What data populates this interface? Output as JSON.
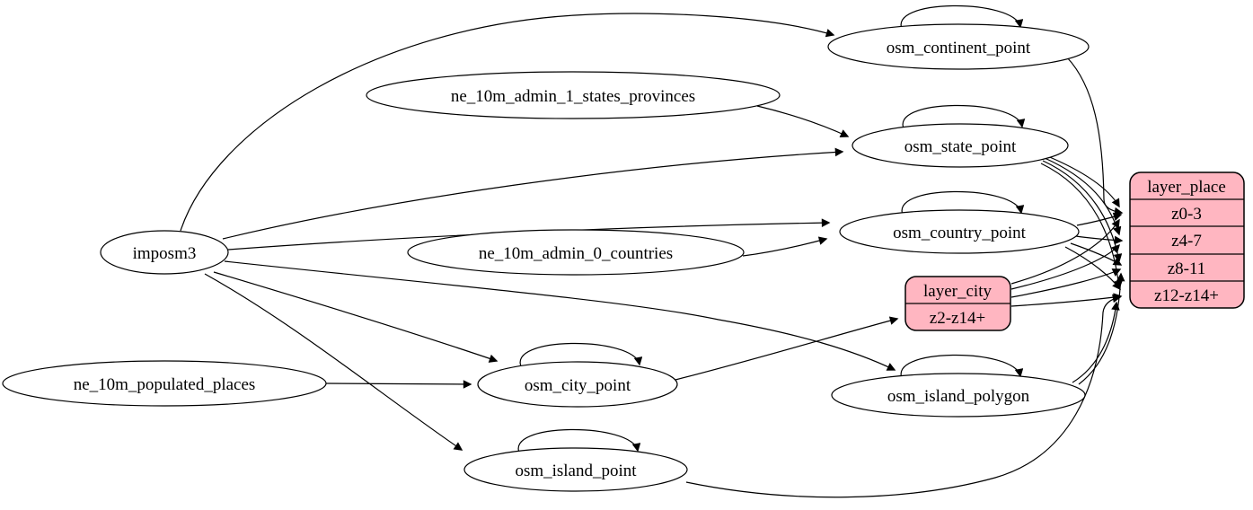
{
  "graph": {
    "background": "#ffffff",
    "colors": {
      "node_fill": "#ffffff",
      "node_stroke": "#000000",
      "edge": "#000000",
      "record_fill": "#ffb6c1",
      "text": "#000000"
    },
    "nodes": {
      "imposm3": {
        "label": "imposm3",
        "shape": "ellipse"
      },
      "ne_10m_admin_1_states_provinces": {
        "label": "ne_10m_admin_1_states_provinces",
        "shape": "ellipse"
      },
      "ne_10m_admin_0_countries": {
        "label": "ne_10m_admin_0_countries",
        "shape": "ellipse"
      },
      "ne_10m_populated_places": {
        "label": "ne_10m_populated_places",
        "shape": "ellipse"
      },
      "osm_continent_point": {
        "label": "osm_continent_point",
        "shape": "ellipse"
      },
      "osm_state_point": {
        "label": "osm_state_point",
        "shape": "ellipse"
      },
      "osm_country_point": {
        "label": "osm_country_point",
        "shape": "ellipse"
      },
      "osm_city_point": {
        "label": "osm_city_point",
        "shape": "ellipse"
      },
      "osm_island_polygon": {
        "label": "osm_island_polygon",
        "shape": "ellipse"
      },
      "osm_island_point": {
        "label": "osm_island_point",
        "shape": "ellipse"
      }
    },
    "records": {
      "layer_city": {
        "title": "layer_city",
        "rows": [
          "z2-z14+"
        ]
      },
      "layer_place": {
        "title": "layer_place",
        "rows": [
          "z0-3",
          "z4-7",
          "z8-11",
          "z12-z14+"
        ]
      }
    },
    "edges": [
      {
        "from": "imposm3",
        "to": "osm_continent_point"
      },
      {
        "from": "imposm3",
        "to": "osm_state_point"
      },
      {
        "from": "imposm3",
        "to": "osm_country_point"
      },
      {
        "from": "imposm3",
        "to": "osm_city_point"
      },
      {
        "from": "imposm3",
        "to": "osm_island_polygon"
      },
      {
        "from": "imposm3",
        "to": "osm_island_point"
      },
      {
        "from": "ne_10m_admin_1_states_provinces",
        "to": "osm_state_point"
      },
      {
        "from": "ne_10m_admin_0_countries",
        "to": "osm_country_point"
      },
      {
        "from": "ne_10m_populated_places",
        "to": "osm_city_point"
      },
      {
        "from": "osm_continent_point",
        "to": "osm_continent_point"
      },
      {
        "from": "osm_state_point",
        "to": "osm_state_point"
      },
      {
        "from": "osm_country_point",
        "to": "osm_country_point"
      },
      {
        "from": "osm_city_point",
        "to": "osm_city_point"
      },
      {
        "from": "osm_island_polygon",
        "to": "osm_island_polygon"
      },
      {
        "from": "osm_island_point",
        "to": "osm_island_point"
      },
      {
        "from": "osm_city_point",
        "to": "layer_city",
        "port": "z2-z14+"
      },
      {
        "from": "osm_continent_point",
        "to": "layer_place",
        "port": "z0-3"
      },
      {
        "from": "osm_state_point",
        "to": "layer_place",
        "port": "z0-3"
      },
      {
        "from": "osm_state_point",
        "to": "layer_place",
        "port": "z4-7"
      },
      {
        "from": "osm_state_point",
        "to": "layer_place",
        "port": "z8-11"
      },
      {
        "from": "osm_state_point",
        "to": "layer_place",
        "port": "z12-z14+"
      },
      {
        "from": "osm_country_point",
        "to": "layer_place",
        "port": "z0-3"
      },
      {
        "from": "osm_country_point",
        "to": "layer_place",
        "port": "z4-7"
      },
      {
        "from": "osm_country_point",
        "to": "layer_place",
        "port": "z8-11"
      },
      {
        "from": "osm_country_point",
        "to": "layer_place",
        "port": "z12-z14+"
      },
      {
        "from": "layer_city",
        "to": "layer_place",
        "port": "z0-3"
      },
      {
        "from": "layer_city",
        "to": "layer_place",
        "port": "z4-7"
      },
      {
        "from": "layer_city",
        "to": "layer_place",
        "port": "z8-11"
      },
      {
        "from": "layer_city",
        "to": "layer_place",
        "port": "z12-z14+"
      },
      {
        "from": "osm_island_polygon",
        "to": "layer_place",
        "port": "z8-11"
      },
      {
        "from": "osm_island_polygon",
        "to": "layer_place",
        "port": "z12-z14+"
      },
      {
        "from": "osm_island_point",
        "to": "layer_place",
        "port": "z12-z14+"
      }
    ]
  }
}
